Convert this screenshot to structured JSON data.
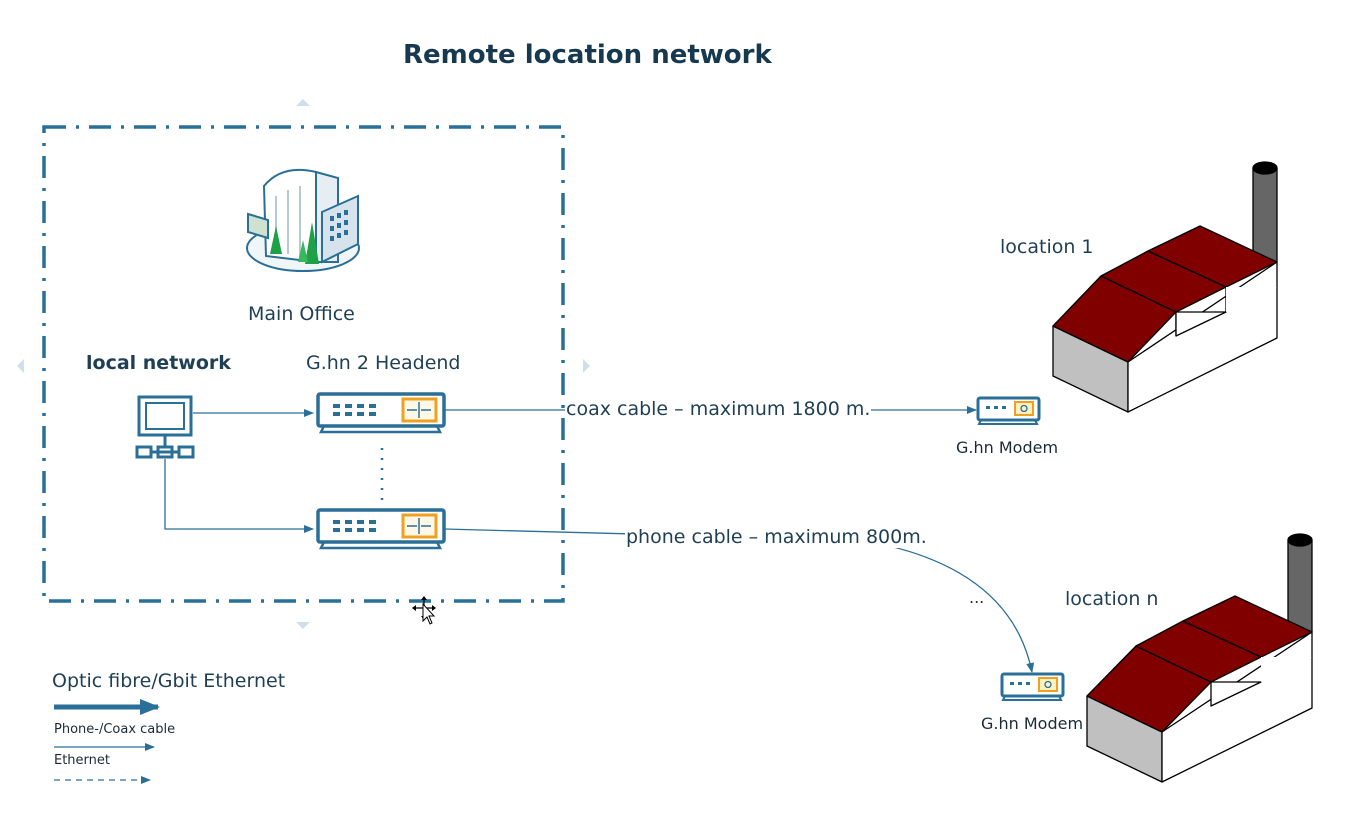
{
  "title": "Remote location network",
  "main_office": {
    "label": "Main Office",
    "icon": "office-building-icon"
  },
  "local_network": {
    "label": "local network",
    "icon": "computer-icon"
  },
  "headend": {
    "label": "G.hn 2 Headend",
    "icon": "network-switch-icon"
  },
  "links": {
    "coax": "coax cable – maximum 1800 m.",
    "phone": "phone cable  – maximum 800m."
  },
  "modems": [
    {
      "label": "G.hn Modem",
      "icon": "modem-icon"
    },
    {
      "label": "G.hn Modem",
      "icon": "modem-icon"
    }
  ],
  "locations": [
    {
      "label": "location 1",
      "icon": "factory-icon"
    },
    {
      "label": "location n",
      "icon": "factory-icon"
    }
  ],
  "ellipsis": "...",
  "legend": {
    "fibre": "Optic fibre/Gbit Ethernet",
    "phone_coax": "Phone-/Coax cable",
    "ethernet": "Ethernet"
  },
  "colors": {
    "accent": "#2a6f97",
    "text": "#1f3f55",
    "roof": "#800000",
    "device_orange": "#f0a020"
  }
}
